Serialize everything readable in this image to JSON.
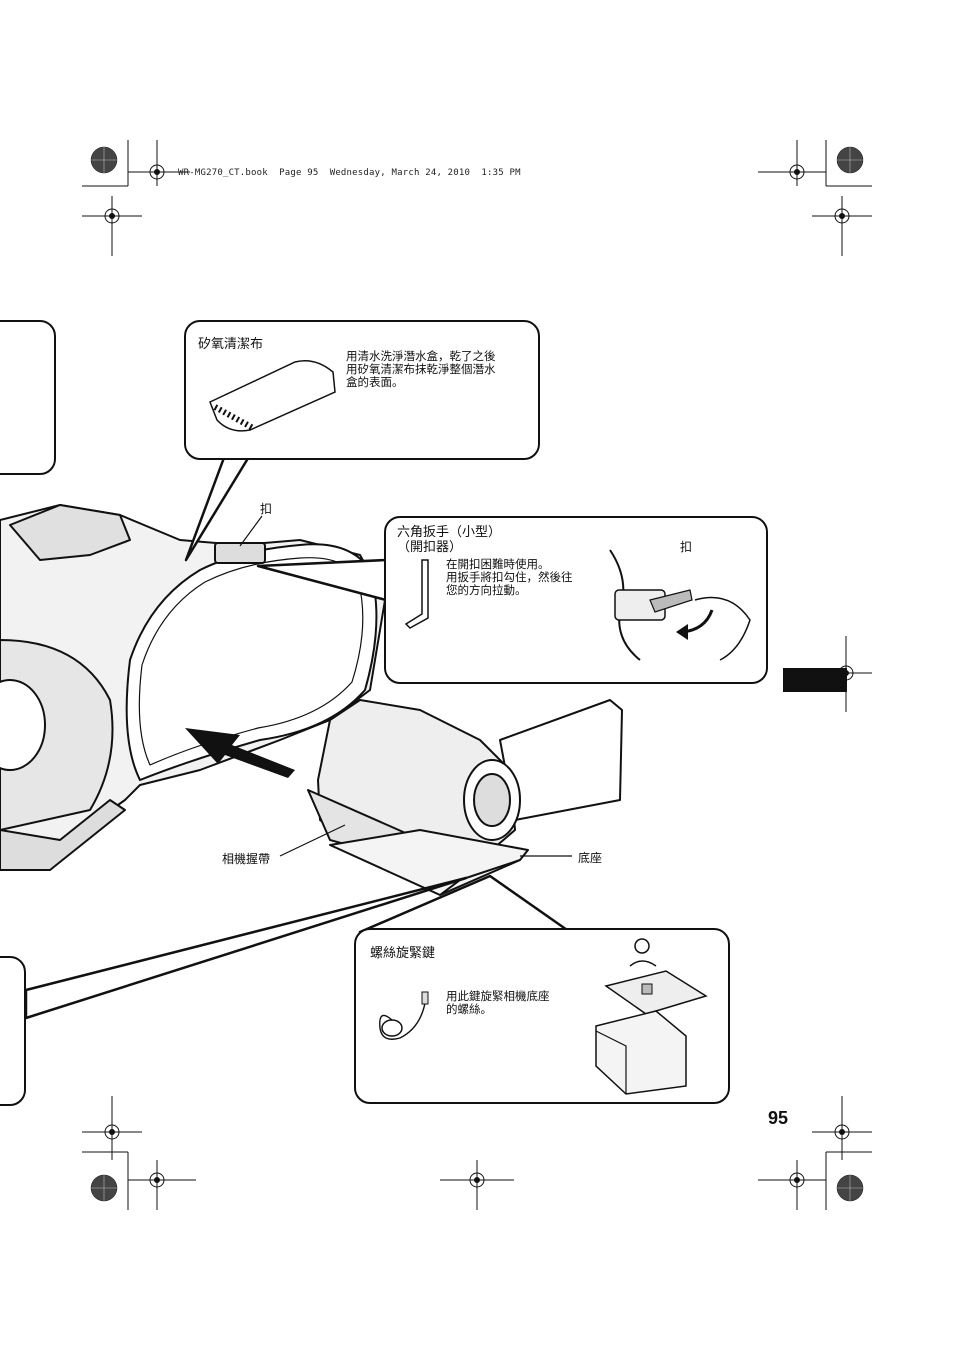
{
  "header": {
    "file_info": "WR-MG270_CT.book  Page 95  Wednesday, March 24, 2010  1:35 PM"
  },
  "callouts": {
    "cloth": {
      "title": "矽氧清潔布",
      "desc": "用清水洗淨潛水盒，乾了之後\n用矽氧清潔布抹乾淨整個潛水\n盒的表面。"
    },
    "wrench": {
      "title": "六角扳手（小型）\n（開扣器）",
      "desc": "在開扣困難時使用。\n用扳手將扣勾住，然後往\n您的方向拉動。",
      "inset_label": "扣"
    },
    "screw_key": {
      "title": "螺絲旋緊鍵",
      "desc": "用此鍵旋緊相機底座\n的螺絲。"
    }
  },
  "labels": {
    "buckle": "扣",
    "camera_strap": "相機握帶",
    "base": "底座"
  },
  "page_number": "95"
}
